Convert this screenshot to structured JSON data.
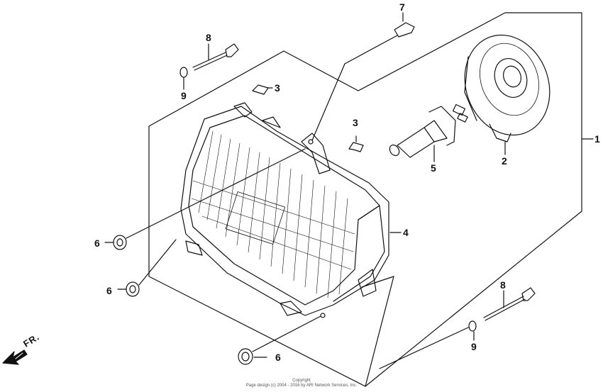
{
  "callouts": {
    "c1": "1",
    "c2": "2",
    "c3a": "3",
    "c3b": "3",
    "c4": "4",
    "c5": "5",
    "c6a": "6",
    "c6b": "6",
    "c6c": "6",
    "c7": "7",
    "c8a": "8",
    "c8b": "8",
    "c9a": "9",
    "c9b": "9"
  },
  "direction_label": "FR.",
  "copyright": {
    "line1": "Copyright",
    "line2": "Page design (c) 2004 - 2016 by ARI Network Services, Inc."
  }
}
